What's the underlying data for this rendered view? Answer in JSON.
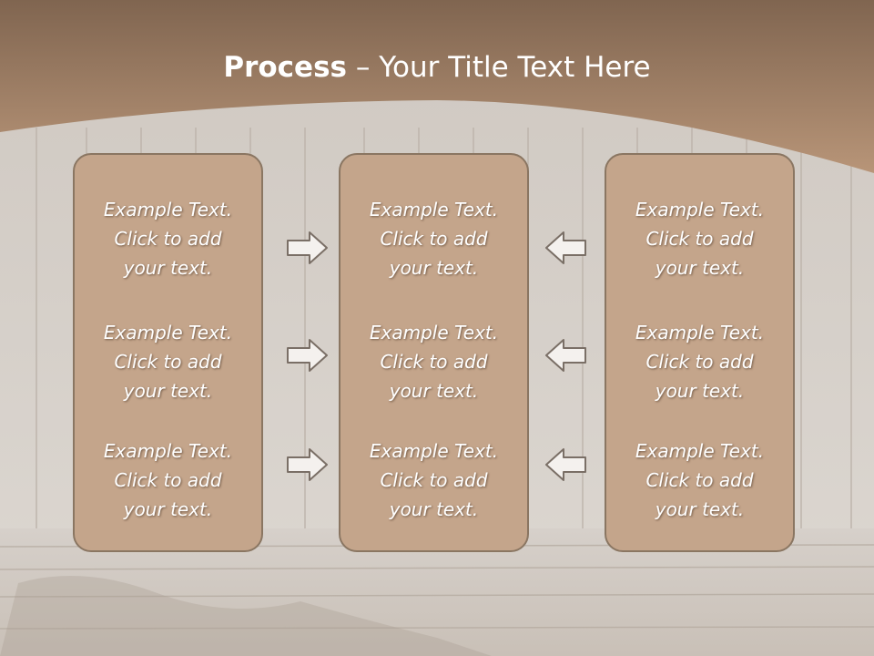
{
  "slide": {
    "title_bold": "Process",
    "title_rest": " – Your Title Text Here"
  },
  "columns": [
    {
      "items": [
        {
          "line1": "Example Text.",
          "line2": "Click  to add",
          "line3": "your text."
        },
        {
          "line1": "Example Text.",
          "line2": "Click  to add",
          "line3": "your text."
        },
        {
          "line1": "Example Text.",
          "line2": "Click  to add",
          "line3": "your text."
        }
      ]
    },
    {
      "items": [
        {
          "line1": "Example Text.",
          "line2": "Click  to add",
          "line3": "your text."
        },
        {
          "line1": "Example Text.",
          "line2": "Click  to add",
          "line3": "your text."
        },
        {
          "line1": "Example Text.",
          "line2": "Click  to add",
          "line3": "your text."
        }
      ]
    },
    {
      "items": [
        {
          "line1": "Example Text.",
          "line2": "Click  to add",
          "line3": "your text."
        },
        {
          "line1": "Example Text.",
          "line2": "Click  to add",
          "line3": "your text."
        },
        {
          "line1": "Example Text.",
          "line2": "Click  to add",
          "line3": "your text."
        }
      ]
    }
  ],
  "arrows": {
    "left_group": "arrow-right-icon",
    "right_group": "arrow-left-icon"
  },
  "colors": {
    "header": "#a88a6e",
    "box_fill": "#c4a58b",
    "box_border": "#8a7662",
    "wood": "#d8d2cc"
  }
}
